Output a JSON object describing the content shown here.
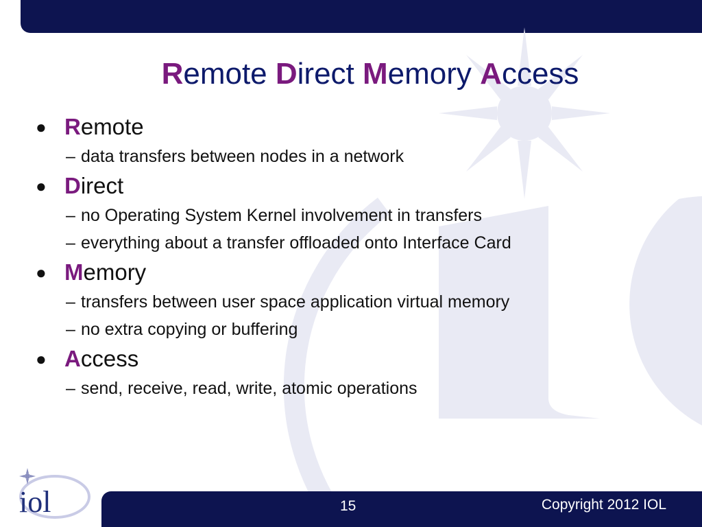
{
  "title": {
    "parts": [
      {
        "initial": "R",
        "rest": "emote "
      },
      {
        "initial": "D",
        "rest": "irect "
      },
      {
        "initial": "M",
        "rest": "emory "
      },
      {
        "initial": "A",
        "rest": "ccess"
      }
    ]
  },
  "bullet_glyph": "●",
  "dash_glyph": "–",
  "bullets": [
    {
      "initial": "R",
      "rest": "emote",
      "subs": [
        "data transfers between nodes in a network"
      ]
    },
    {
      "initial": "D",
      "rest": "irect",
      "subs": [
        "no Operating System Kernel involvement in transfers",
        "everything about a transfer offloaded onto Interface Card"
      ]
    },
    {
      "initial": "M",
      "rest": "emory",
      "subs": [
        "transfers between user space application virtual memory",
        "no extra copying or buffering"
      ]
    },
    {
      "initial": "A",
      "rest": "ccess",
      "subs": [
        "send, receive, read, write, atomic operations"
      ]
    }
  ],
  "footer": {
    "page_number": "15",
    "copyright": "Copyright 2012 IOL",
    "logo_text": "iol"
  },
  "colors": {
    "bar": "#0d1450",
    "title": "#0d1a6b",
    "accent": "#7a1a7e",
    "watermark": "#e9eaf4"
  }
}
